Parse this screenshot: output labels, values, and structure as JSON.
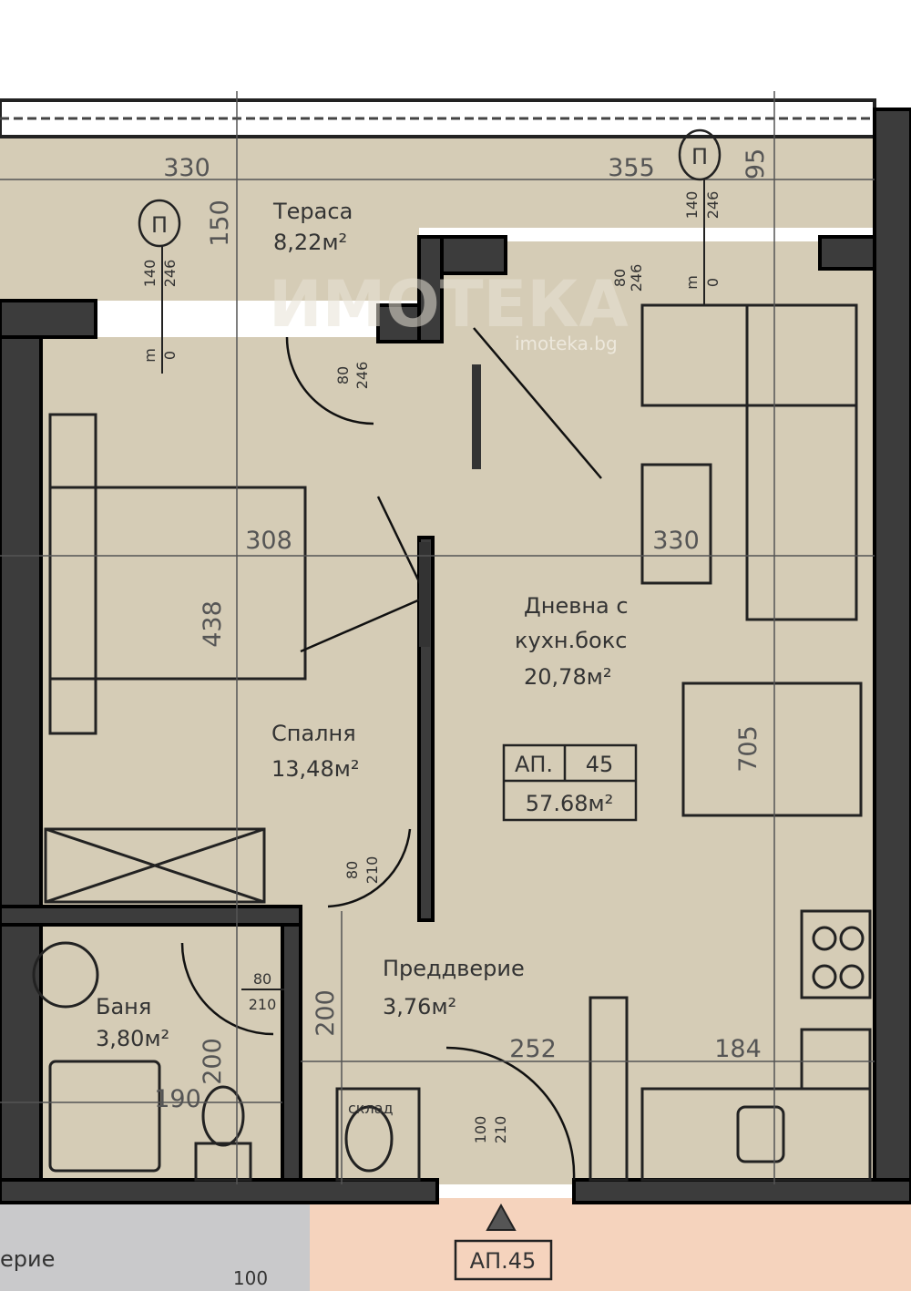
{
  "plan": {
    "watermark": {
      "logo": "ИМОТЕКА",
      "site": "imoteka.bg"
    },
    "apartment": {
      "label": "АП.",
      "number": "45",
      "area": "57.68м²",
      "entrance_tag": "АП.45"
    },
    "rooms": [
      {
        "name": "Тераса",
        "area": "8,22м²"
      },
      {
        "name": "Спалня",
        "area": "13,48м²"
      },
      {
        "name": "Дневна с",
        "name2": "кухн.бокс",
        "area": "20,78м²"
      },
      {
        "name": "Баня",
        "area": "3,80м²"
      },
      {
        "name": "Преддверие",
        "area": "3,76м²"
      }
    ],
    "storage_label": "склад",
    "neighbor_room_fragment": "ерие",
    "dimensions": {
      "terrace_left": "330",
      "terrace_right": "355",
      "terrace_edge": "95",
      "terrace_depth": "150",
      "bedroom_width": "308",
      "bedroom_length": "438",
      "living_width": "330",
      "living_length": "705",
      "bath_height": "200",
      "bath_width": "190",
      "hall_height": "200",
      "hall_width": "252",
      "kitchen_width": "184",
      "neighbor_door": "100"
    },
    "windows": [
      {
        "mark": "П",
        "width": "140",
        "height": "246",
        "sill_a": "m",
        "sill_b": "0"
      },
      {
        "mark": "П",
        "width": "140",
        "height": "246",
        "sill_a": "m",
        "sill_b": "0"
      }
    ],
    "doors": [
      {
        "width": "80",
        "height": "246"
      },
      {
        "width": "80",
        "height": "246"
      },
      {
        "width": "80",
        "height": "210"
      },
      {
        "width": "80",
        "height": "210"
      },
      {
        "width": "100",
        "height": "210"
      }
    ],
    "colors": {
      "floor": "#d5ccb6",
      "wall": "#3c3c3c",
      "neighbor_gray": "#c9c9cb",
      "common_peach": "#f5d3bd"
    }
  }
}
